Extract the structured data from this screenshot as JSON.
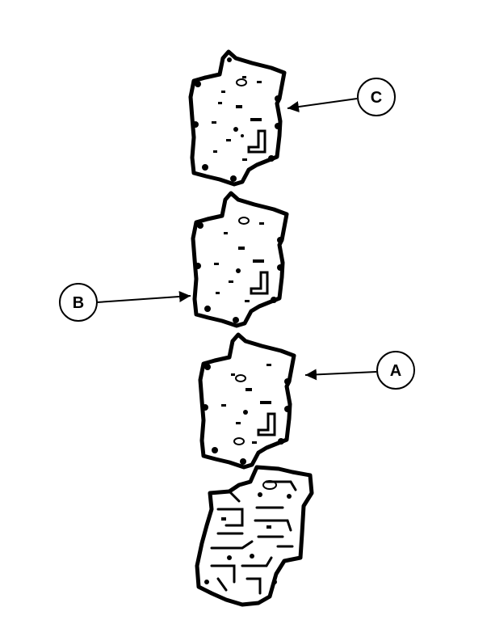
{
  "callouts": [
    {
      "id": "C",
      "label": "C"
    },
    {
      "id": "B",
      "label": "B"
    },
    {
      "id": "A",
      "label": "A"
    }
  ],
  "colors": {
    "ink": "#000000",
    "paper": "#ffffff"
  }
}
